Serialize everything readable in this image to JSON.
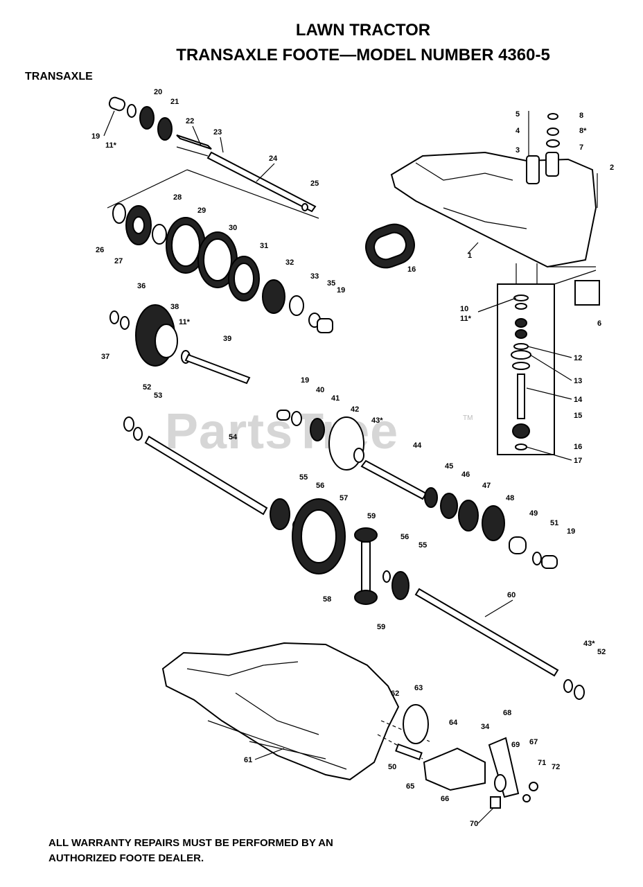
{
  "header": {
    "title_line1": "LAWN TRACTOR",
    "title_line2": "TRANSAXLE FOOTE—MODEL NUMBER 4360-5"
  },
  "section_label": "TRANSAXLE",
  "watermark": {
    "text": "PartsTree",
    "tm": "TM"
  },
  "callouts": [
    "19",
    "11*",
    "20",
    "21",
    "22",
    "23",
    "24",
    "25",
    "26",
    "27",
    "28",
    "29",
    "30",
    "31",
    "32",
    "33",
    "35",
    "19",
    "5",
    "4",
    "3",
    "8",
    "8*",
    "7",
    "2",
    "1",
    "16",
    "10",
    "11*",
    "12",
    "13",
    "14",
    "15",
    "16",
    "17",
    "6",
    "36",
    "37",
    "38",
    "11*",
    "39",
    "52",
    "53",
    "54",
    "19",
    "40",
    "41",
    "42",
    "43*",
    "44",
    "45",
    "46",
    "47",
    "48",
    "49",
    "51",
    "19",
    "55",
    "56",
    "57",
    "59",
    "56",
    "55",
    "58",
    "59",
    "60",
    "43*",
    "52",
    "61",
    "62",
    "63",
    "64",
    "50",
    "34",
    "68",
    "69",
    "67",
    "71",
    "72",
    "65",
    "66",
    "70"
  ],
  "footer": {
    "line1": "ALL WARRANTY REPAIRS MUST BE PERFORMED BY AN",
    "line2": "AUTHORIZED  FOOTE     DEALER."
  }
}
